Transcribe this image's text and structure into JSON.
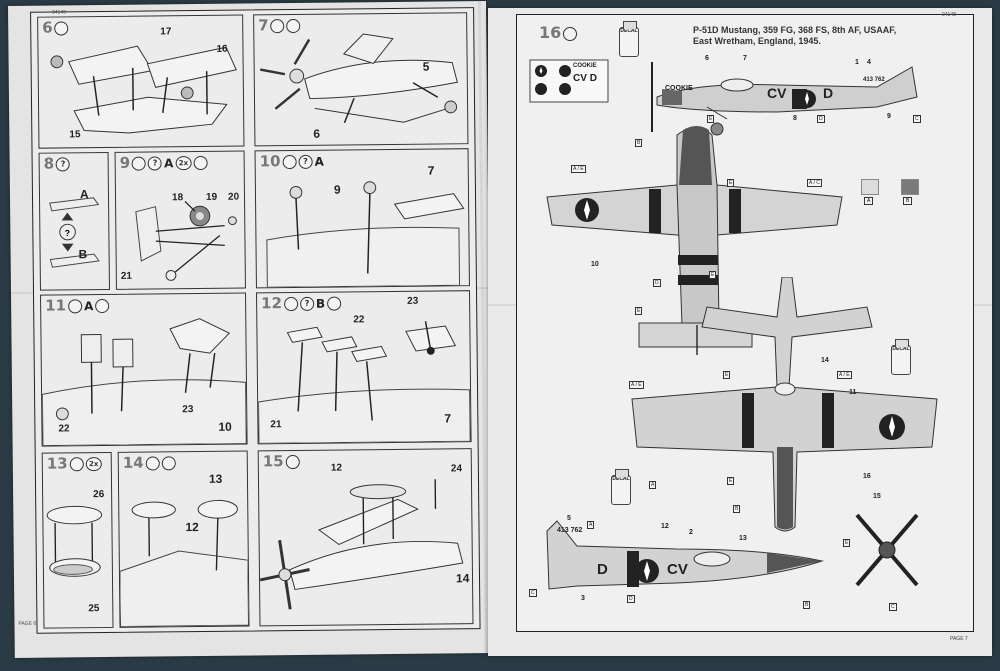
{
  "left_page": {
    "footer": "PAGE 6",
    "header_code": "04148",
    "steps": [
      {
        "no": "6",
        "callouts": [
          "17",
          "16",
          "15"
        ]
      },
      {
        "no": "7",
        "callouts": [
          "5",
          "6"
        ]
      },
      {
        "no": "8",
        "sub": [
          "A",
          "B"
        ]
      },
      {
        "no": "9",
        "sub": "A",
        "repeat": "2x",
        "callouts": [
          "18",
          "19",
          "20",
          "21"
        ]
      },
      {
        "no": "10",
        "sub": "A",
        "callouts": [
          "9",
          "7"
        ]
      },
      {
        "no": "11",
        "sub": "A",
        "callouts": [
          "22",
          "23",
          "10"
        ]
      },
      {
        "no": "12",
        "sub": "B",
        "callouts": [
          "22",
          "23",
          "21",
          "7"
        ]
      },
      {
        "no": "13",
        "repeat": "2x",
        "callouts": [
          "26",
          "25"
        ]
      },
      {
        "no": "14",
        "callouts": [
          "13",
          "12"
        ]
      },
      {
        "no": "15",
        "callouts": [
          "12",
          "24",
          "14"
        ]
      }
    ]
  },
  "right_page": {
    "footer": "PAGE 7",
    "header_code": "04148",
    "step_no": "16",
    "title": "P-51D Mustang, 359 FG, 368 FS, 8th AF, USAAF, East Wretham, England, 1945.",
    "nose_name": "COOKIE",
    "serial": "413 762",
    "code_left": "D",
    "code_right": "CV",
    "decal_label": "DECAL",
    "color_swatches": [
      {
        "label": "A",
        "color": "#dcdcdc"
      },
      {
        "label": "B",
        "color": "#7a7a7a"
      }
    ],
    "markers": [
      "A",
      "B",
      "C",
      "D",
      "E",
      "A / E",
      "A / C"
    ],
    "callouts": [
      "6",
      "7",
      "8",
      "9",
      "10",
      "11",
      "12",
      "13",
      "14",
      "15",
      "16",
      "1",
      "2",
      "3",
      "4",
      "5"
    ]
  }
}
